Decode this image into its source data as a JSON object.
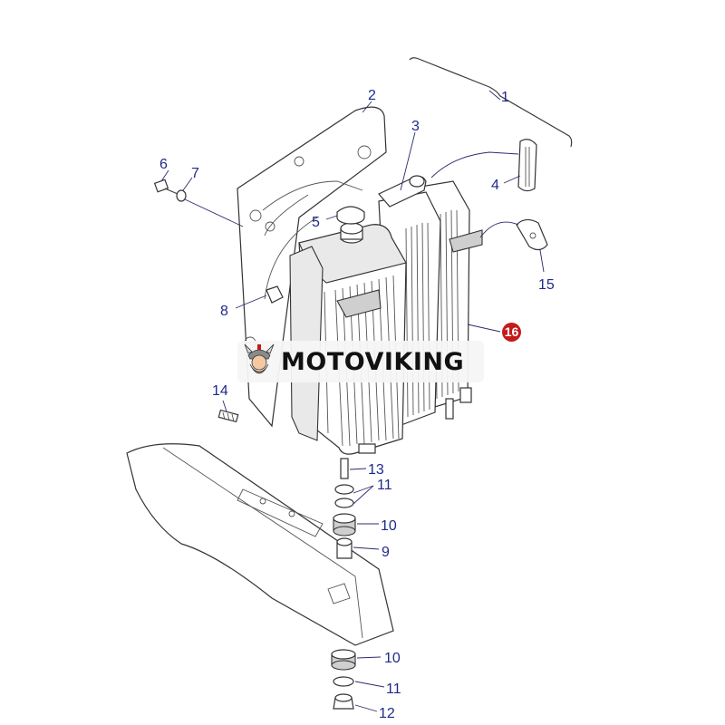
{
  "watermark": {
    "brand": "MOTOVIKING"
  },
  "callouts": {
    "c1": "1",
    "c2": "2",
    "c3": "3",
    "c4": "4",
    "c5": "5",
    "c6": "6",
    "c7": "7",
    "c8": "8",
    "c9": "9",
    "c10a": "10",
    "c10b": "10",
    "c11a": "11",
    "c11b": "11",
    "c12": "12",
    "c13": "13",
    "c14": "14",
    "c15": "15",
    "c16": "16"
  },
  "colors": {
    "callout": "#1f2a8a",
    "badge_red": "#c41a1a",
    "brand_text": "#111111"
  }
}
